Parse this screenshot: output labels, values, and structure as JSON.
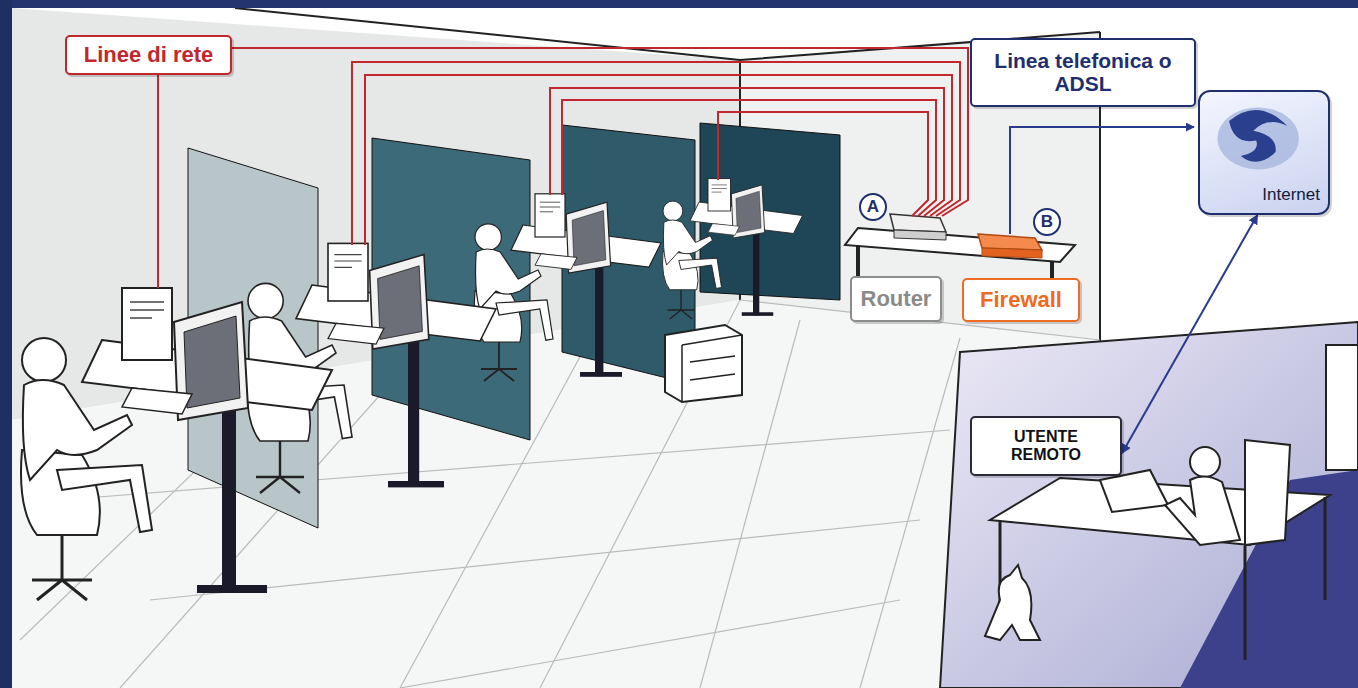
{
  "diagram": {
    "nodes": [
      {
        "text": [
          "Linee di rete"
        ]
      },
      {
        "text": [
          "Linea telefonica o ADSL"
        ]
      },
      {
        "text": [
          "Internet"
        ]
      },
      {
        "text": [
          "A"
        ]
      },
      {
        "text": [
          "B"
        ]
      },
      {
        "text": [
          "Router"
        ]
      },
      {
        "text": [
          "Firewall"
        ]
      },
      {
        "text": [
          "UTENTE REMOTO"
        ]
      }
    ],
    "edges": [
      {
        "from": 2,
        "to": 7,
        "arrow": "both"
      }
    ]
  }
}
